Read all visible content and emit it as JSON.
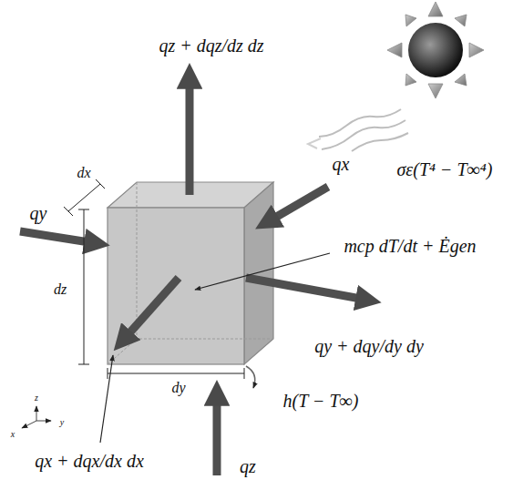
{
  "diagram": {
    "labels": [
      "qz + dqz/dz dz",
      "qx",
      "qy",
      "σε(T⁴ − T∞⁴)",
      "mcp dT/dt + Ėgen",
      "dx",
      "dz",
      "qy + dqy/dy dy",
      "dy",
      "h(T − T∞)",
      "qx + dqx/dx dx",
      "qz",
      "z",
      "x",
      "y"
    ]
  }
}
